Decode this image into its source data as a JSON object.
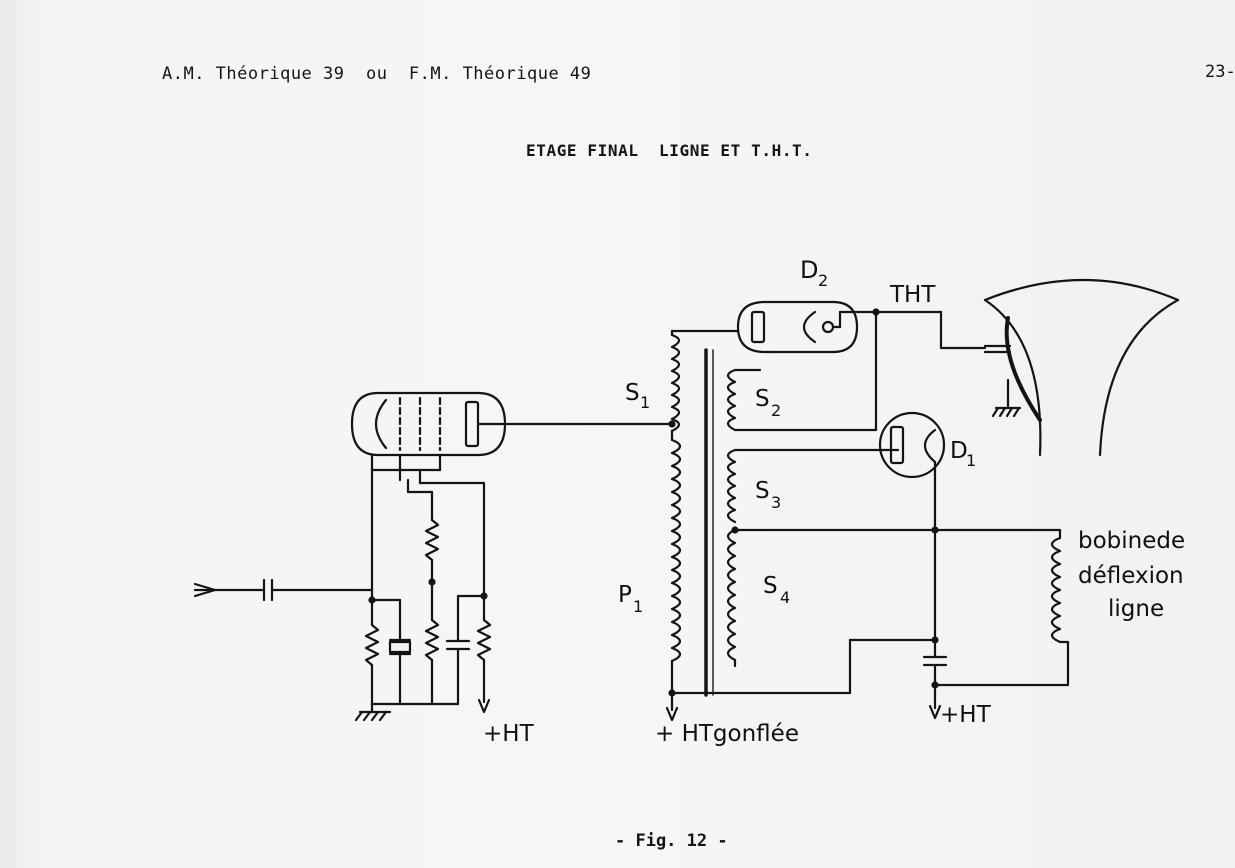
{
  "page": {
    "header_left": "A.M. Théorique 39  ou  F.M. Théorique 49",
    "page_number": "23-",
    "title": "ETAGE FINAL  LIGNE ET T.H.T.",
    "caption": "- Fig. 12 -"
  },
  "diagram": {
    "labels": {
      "d2": "D",
      "d2_sub": "2",
      "tht": "THT",
      "s1": "S",
      "s1_sub": "1",
      "s2": "S",
      "s2_sub": "2",
      "d1": "D",
      "d1_sub": "1",
      "s3": "S",
      "s3_sub": "3",
      "s4": "S",
      "s4_sub": "4",
      "p1": "P",
      "p1_sub": "1",
      "deflexion_line1": "bobinede",
      "deflexion_line2": "déflexion",
      "deflexion_line3": "ligne",
      "ht": "+HT",
      "ht_gonflee": "+ HTgonflée",
      "ht_right": "+HT"
    }
  },
  "colors": {
    "paper": "#f3f3f1",
    "ink": "#141414"
  }
}
